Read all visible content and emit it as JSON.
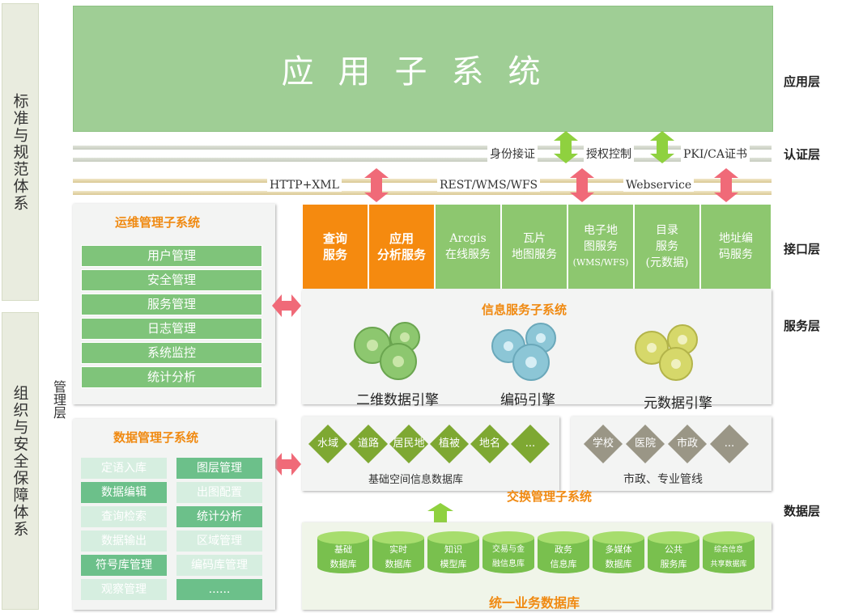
{
  "left_pillars": {
    "standards": "标准与规范体系",
    "security": "组织与安全保障体系"
  },
  "management_layer": "管理层",
  "layers": {
    "application": "应用层",
    "authentication": "认证层",
    "interface": "接口层",
    "service": "服务层",
    "data": "数据层"
  },
  "application_block": "应用子系统",
  "auth_labels": [
    "身份接证",
    "授权控制",
    "PKI/CA证书"
  ],
  "protocol_labels": [
    "HTTP+XML",
    "REST/WMS/WFS",
    "Webservice"
  ],
  "ops_subsystem": {
    "title": "运维管理子系统",
    "items": [
      "用户管理",
      "安全管理",
      "服务管理",
      "日志管理",
      "系统监控",
      "统计分析"
    ]
  },
  "service_boxes": [
    {
      "line1": "查询",
      "line2": "服务",
      "line3": ""
    },
    {
      "line1": "应用",
      "line2": "分析服务",
      "line3": ""
    },
    {
      "line1": "Arcgis",
      "line2": "在线服务",
      "line3": ""
    },
    {
      "line1": "瓦片",
      "line2": "地图服务",
      "line3": ""
    },
    {
      "line1": "电子地",
      "line2": "图服务",
      "line3": "(WMS/WFS)"
    },
    {
      "line1": "目录",
      "line2": "服务",
      "line3": "(元数据)"
    },
    {
      "line1": "地址编",
      "line2": "码服务",
      "line3": ""
    }
  ],
  "info_service": {
    "title": "信息服务子系统",
    "engines": [
      "二维数据引擎",
      "编码引擎",
      "元数据引擎"
    ]
  },
  "data_mgmt": {
    "title": "数据管理子系统",
    "left": [
      "定语入库",
      "数据编辑",
      "查询检索",
      "数据输出",
      "符号库管理",
      "观察管理"
    ],
    "right": [
      "图层管理",
      "出图配置",
      "统计分析",
      "区域管理",
      "编码库管理",
      "......"
    ]
  },
  "basic_db": {
    "items": [
      "水域",
      "道路",
      "居民地",
      "植被",
      "地名",
      "..."
    ],
    "label": "基础空间信息数据库"
  },
  "municipal": {
    "items": [
      "学校",
      "医院",
      "市政",
      "..."
    ],
    "label": "市政、专业管线"
  },
  "exchange_title": "交换管理子系统",
  "business_db": {
    "title": "统一业务数据库",
    "cylinders": [
      {
        "l1": "基础",
        "l2": "数据库"
      },
      {
        "l1": "实时",
        "l2": "数据库"
      },
      {
        "l1": "知识",
        "l2": "模型库"
      },
      {
        "l1": "交易与金",
        "l2": "融信息库"
      },
      {
        "l1": "政务",
        "l2": "信息库"
      },
      {
        "l1": "多媒体",
        "l2": "数据库"
      },
      {
        "l1": "公共",
        "l2": "服务库"
      },
      {
        "l1": "综合信息",
        "l2": "共享数据库"
      }
    ]
  },
  "colors": {
    "app_green": "#9fce95",
    "service_orange": "#f58a0f",
    "service_green": "#8dc76f",
    "title_orange": "#f08a12",
    "arrow_green": "#8fd13f",
    "arrow_red": "#f06a78"
  }
}
